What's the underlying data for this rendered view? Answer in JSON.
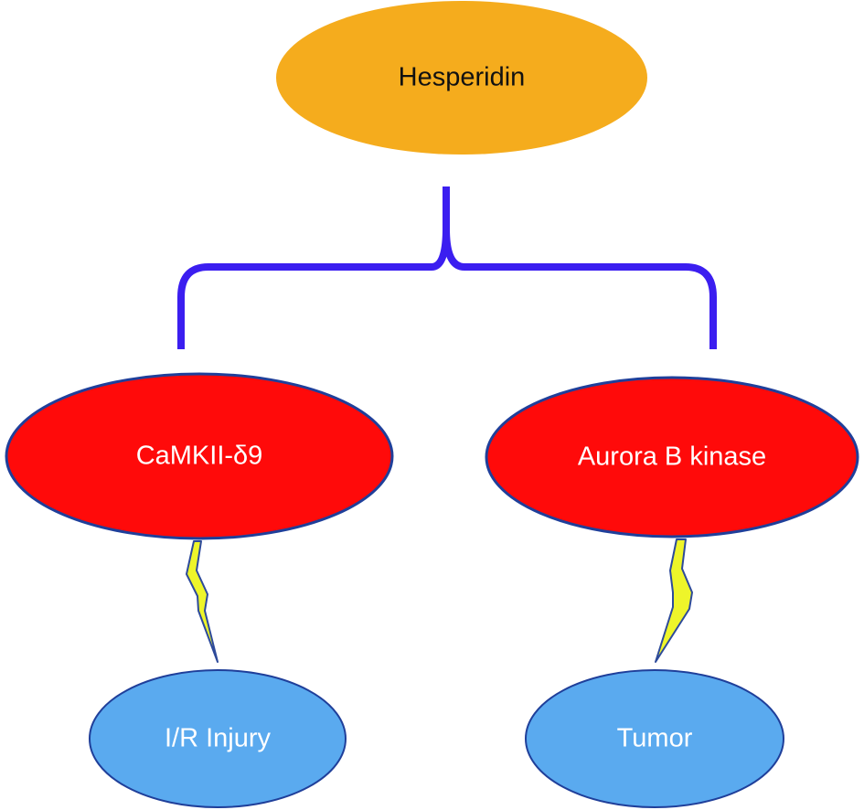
{
  "nodes": {
    "top": {
      "label": "Hesperidin",
      "fill": "#F5AC1D",
      "text_color": "#111111"
    },
    "target_left": {
      "label": "CaMKII-δ9",
      "fill": "#FF0A0A",
      "stroke": "#1F3F9A",
      "text_color": "#FFFFFF"
    },
    "target_right": {
      "label": "Aurora B kinase",
      "fill": "#FF0A0A",
      "stroke": "#1F3F9A",
      "text_color": "#FFFFFF"
    },
    "outcome_left": {
      "label": "I/R Injury",
      "fill": "#5AAAEF",
      "stroke": "#1F3F9A",
      "text_color": "#FFFFFF"
    },
    "outcome_right": {
      "label": "Tumor",
      "fill": "#5AAAEF",
      "stroke": "#1F3F9A",
      "text_color": "#FFFFFF"
    }
  },
  "connectors": {
    "brace_color": "#3B1EF0",
    "bolt_fill": "#EEF52A",
    "bolt_stroke": "#2D4A9A"
  }
}
